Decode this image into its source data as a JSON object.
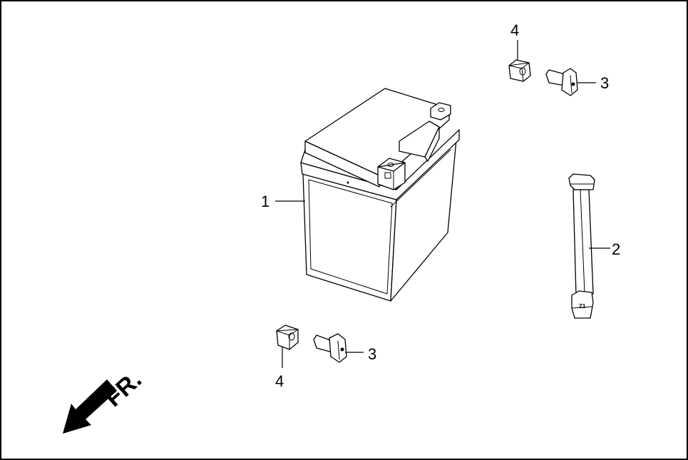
{
  "callouts": {
    "battery": "1",
    "strap": "2",
    "bolt_top": "3",
    "bolt_bottom": "3",
    "nut_top": "4",
    "nut_bottom": "4"
  },
  "direction_indicator": {
    "label": "FR.",
    "icon": "front-direction-arrow-icon"
  },
  "strap_marking": "Z1"
}
